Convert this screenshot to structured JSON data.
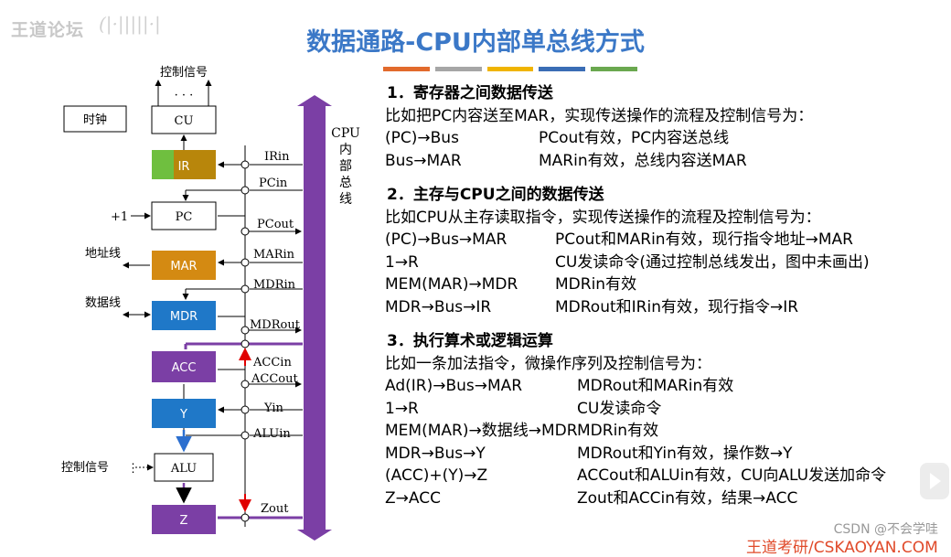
{
  "watermark": {
    "site": "王道论坛",
    "scribble": "(|·|||||·|"
  },
  "title": "数据通路-CPU内部单总线方式",
  "color_strip": [
    "#e26a2c",
    "#a6a6a6",
    "#f0b400",
    "#3a6db5",
    "#6aa84f"
  ],
  "diagram": {
    "bus_label": [
      "CPU",
      "内",
      "部",
      "总",
      "线"
    ],
    "control_signal_top": "控制信号",
    "dots": "· · ·",
    "clock": "时钟",
    "boxes": {
      "cu": "CU",
      "ir": "IR",
      "pc": "PC",
      "mar": "MAR",
      "mdr": "MDR",
      "acc": "ACC",
      "y": "Y",
      "alu": "ALU",
      "z": "Z"
    },
    "plus_one": "+1",
    "address_line": "地址线",
    "data_line": "数据线",
    "control_signal_alu": "控制信号",
    "signals": {
      "irin": "IRin",
      "pcin": "PCin",
      "pcout": "PCout",
      "marin": "MARin",
      "mdrin": "MDRin",
      "mdrout": "MDRout",
      "accin": "ACCin",
      "accout": "ACCout",
      "yin": "Yin",
      "aluin": "ALUin",
      "zout": "Zout"
    }
  },
  "sections": [
    {
      "title": "1．寄存器之间数据传送",
      "intro": "比如把PC内容送至MAR，实现传送操作的流程及控制信号为：",
      "rows": [
        {
          "op": "(PC)→Bus",
          "desc": "PCout有效，PC内容送总线"
        },
        {
          "op": "Bus→MAR",
          "desc": "MARin有效，总线内容送MAR"
        }
      ]
    },
    {
      "title": "2．主存与CPU之间的数据传送",
      "intro": "比如CPU从主存读取指令，实现传送操作的流程及控制信号为：",
      "rows": [
        {
          "op": "(PC)→Bus→MAR",
          "desc": "PCout和MARin有效，现行指令地址→MAR"
        },
        {
          "op": "1→R",
          "desc": "CU发读命令(通过控制总线发出，图中未画出)"
        },
        {
          "op": "MEM(MAR)→MDR",
          "desc": "MDRin有效"
        },
        {
          "op": "MDR→Bus→IR",
          "desc": "MDRout和IRin有效，现行指令→IR"
        }
      ]
    },
    {
      "title": "3．执行算术或逻辑运算",
      "intro": "比如一条加法指令，微操作序列及控制信号为：",
      "rows": [
        {
          "op": "Ad(IR)→Bus→MAR",
          "desc": "MDRout和MARin有效"
        },
        {
          "op": "1→R",
          "desc": "CU发读命令"
        },
        {
          "op": "MEM(MAR)→数据线→MDR",
          "desc": "MDRin有效"
        },
        {
          "op": "MDR→Bus→Y",
          "desc": "MDRout和Yin有效，操作数→Y"
        },
        {
          "op": "(ACC)+(Y)→Z",
          "desc": "ACCout和ALUin有效，CU向ALU发送加命令"
        },
        {
          "op": "Z→ACC",
          "desc": "Zout和ACCin有效，结果→ACC"
        }
      ]
    }
  ],
  "corner_watermark": "CSDN @不会学哇",
  "bottom_brand": "王道考研/CSKAOYAN.COM"
}
